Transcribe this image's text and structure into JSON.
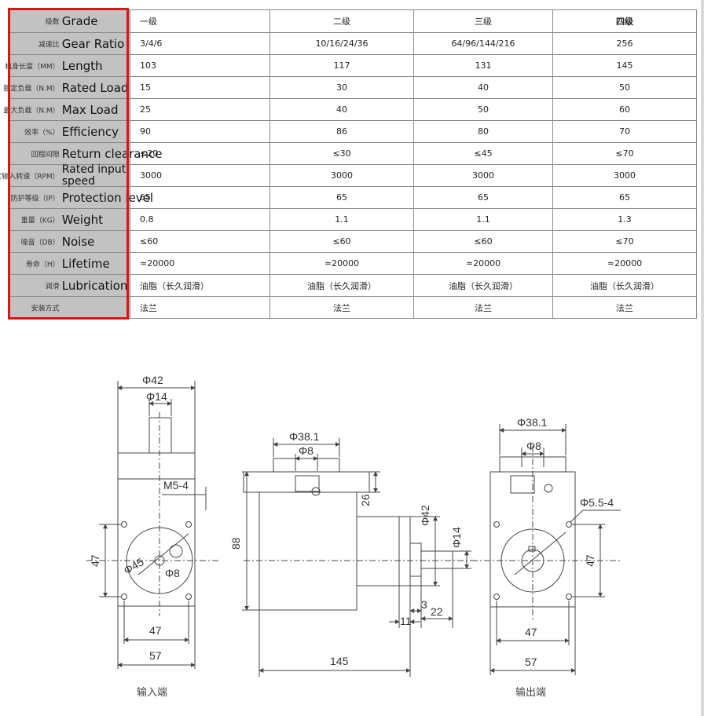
{
  "table": {
    "rows": [
      {
        "cn": "级数",
        "en": "Grade",
        "v": [
          "一级",
          "二级",
          "三级",
          "四级"
        ]
      },
      {
        "cn": "减速比",
        "en": "Gear Ratio",
        "v": [
          "3/4/6",
          "10/16/24/36",
          "64/96/144/216",
          "256"
        ]
      },
      {
        "cn": "机身长度（MM）",
        "en": "Length",
        "v": [
          "103",
          "117",
          "131",
          "145"
        ]
      },
      {
        "cn": "额定负载（N.M）",
        "en": "Rated Load",
        "v": [
          "15",
          "30",
          "40",
          "50"
        ]
      },
      {
        "cn": "最大负载（N.M）",
        "en": "Max Load",
        "v": [
          "25",
          "40",
          "50",
          "60"
        ]
      },
      {
        "cn": "效率（%）",
        "en": "Efficiency",
        "v": [
          "90",
          "86",
          "80",
          "70"
        ]
      },
      {
        "cn": "回程间隙",
        "en": "Return clearance",
        "v": [
          "≤20",
          "≤30",
          "≤45",
          "≤70"
        ]
      },
      {
        "cn": "额定输入转速（RPM）",
        "en": "Rated input speed",
        "v": [
          "3000",
          "3000",
          "3000",
          "3000"
        ]
      },
      {
        "cn": "防护等级（IP）",
        "en": "Protection level",
        "v": [
          "65",
          "65",
          "65",
          "65"
        ]
      },
      {
        "cn": "重量（KG）",
        "en": "Weight",
        "v": [
          "0.8",
          "1.1",
          "1.1",
          "1.3"
        ]
      },
      {
        "cn": "噪音（DB）",
        "en": "Noise",
        "v": [
          "≤60",
          "≤60",
          "≤60",
          "≤70"
        ]
      },
      {
        "cn": "寿命（H）",
        "en": "Lifetime",
        "v": [
          "≈20000",
          "≈20000",
          "≈20000",
          "≈20000"
        ]
      },
      {
        "cn": "润滑",
        "en": "Lubrication",
        "v": [
          "油脂（长久润滑）",
          "油脂（长久润滑）",
          "油脂（长久润滑）",
          "油脂（长久润滑）"
        ]
      },
      {
        "cn": "安装方式",
        "en": "",
        "v": [
          "法兰",
          "法兰",
          "法兰",
          "法兰"
        ]
      }
    ]
  },
  "drawing": {
    "input_view": {
      "phi42": "Φ42",
      "phi14": "Φ14",
      "m5": "M5-4",
      "phi45": "Φ45",
      "phi8": "Φ8",
      "d47v": "47",
      "d47h": "47",
      "d57": "57",
      "caption": "输入端"
    },
    "side_view": {
      "phi38": "Φ38.1",
      "phi8": "Φ8",
      "d26": "26",
      "d88": "88",
      "phi42": "Φ42",
      "phi14": "Φ14",
      "d3": "3",
      "d11": "11",
      "d22": "22",
      "d145": "145"
    },
    "output_view": {
      "phi38": "Φ38.1",
      "phi8": "Φ8",
      "phi55": "Φ5.5-4",
      "d47v": "47",
      "d47h": "47",
      "d57": "57",
      "caption": "输出端"
    }
  },
  "colors": {
    "label_bg": "#c2c2c2",
    "frame_red": "#e01313",
    "line": "#444444"
  }
}
